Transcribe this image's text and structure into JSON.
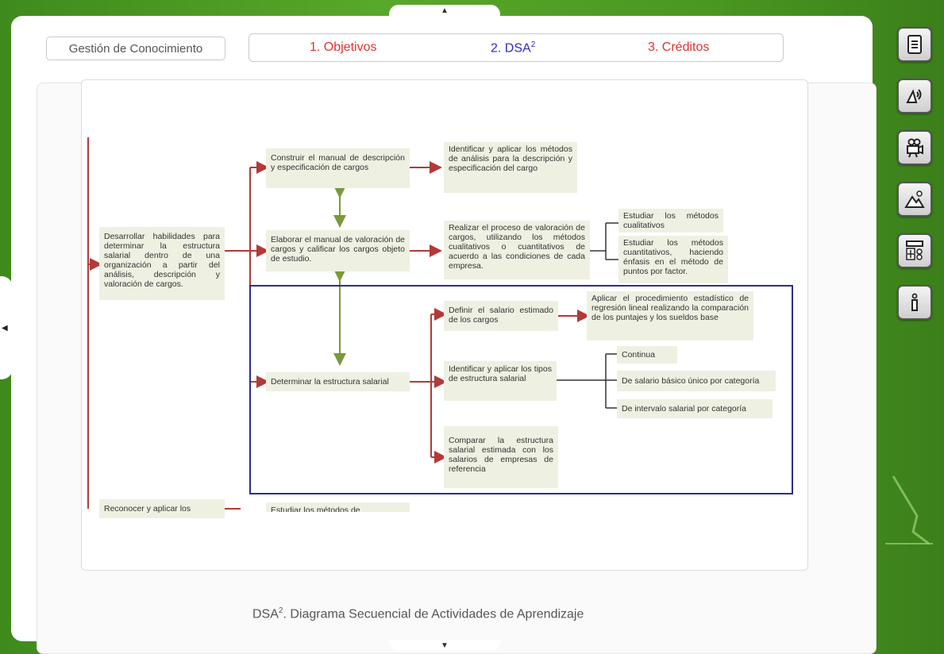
{
  "header": {
    "title_button": "Gestión de Conocimiento",
    "tabs": [
      {
        "label": "1. Objetivos",
        "sup": ""
      },
      {
        "label": "2. DSA",
        "sup": "2"
      },
      {
        "label": "3. Créditos",
        "sup": ""
      }
    ]
  },
  "diagram": {
    "root": "Desarrollar habilidades para determinar la estructura salarial dentro de una organización a partir del análisis, descripción y valoración de cargos.",
    "root2": "Reconocer y aplicar los",
    "level1": [
      "Construir el manual de descripción y especificación de cargos",
      "Elaborar el manual de valoración de cargos y calificar los cargos objeto de estudio.",
      "Determinar la estructura salarial"
    ],
    "level1_cut": "Estudiar los métodos de",
    "level2": [
      "Identificar y aplicar los métodos de análisis para la descripción y especificación del cargo",
      "Realizar el proceso de valoración de cargos, utilizando los métodos cualitativos o cuantitativos de acuerdo a las condiciones de cada empresa.",
      "Definir el salario estimado de los cargos",
      "Identificar y aplicar los tipos de estructura salarial",
      "Comparar la estructura salarial estimada con los salarios de empresas de referencia"
    ],
    "level3": [
      "Estudiar los métodos cualitativos",
      "Estudiar los métodos cuantitativos, haciendo énfasis en el método de puntos por factor.",
      "Aplicar el procedimiento estadístico de regresión lineal realizando la comparación de los puntajes y los sueldos base",
      "Continua",
      "De salario básico único por categoría",
      "De intervalo salarial por categoría"
    ]
  },
  "caption": {
    "prefix": "DSA",
    "sup": "2",
    "text": ". Diagrama Secuencial de Actividades de Aprendizaje"
  },
  "nav": {
    "up": "▲",
    "down": "▼",
    "left": "◀"
  },
  "sidebar": {
    "icons": [
      "document-icon",
      "audio-icon",
      "video-camera-icon",
      "image-icon",
      "calculator-icon",
      "info-icon"
    ]
  },
  "colors": {
    "accent_red": "#e53030",
    "accent_blue": "#2a2ad0",
    "box_bg": "#eef0e2",
    "arrow_red": "#b23a3a",
    "arrow_green": "#7a9a3a",
    "frame_blue": "#2b2e8a"
  }
}
